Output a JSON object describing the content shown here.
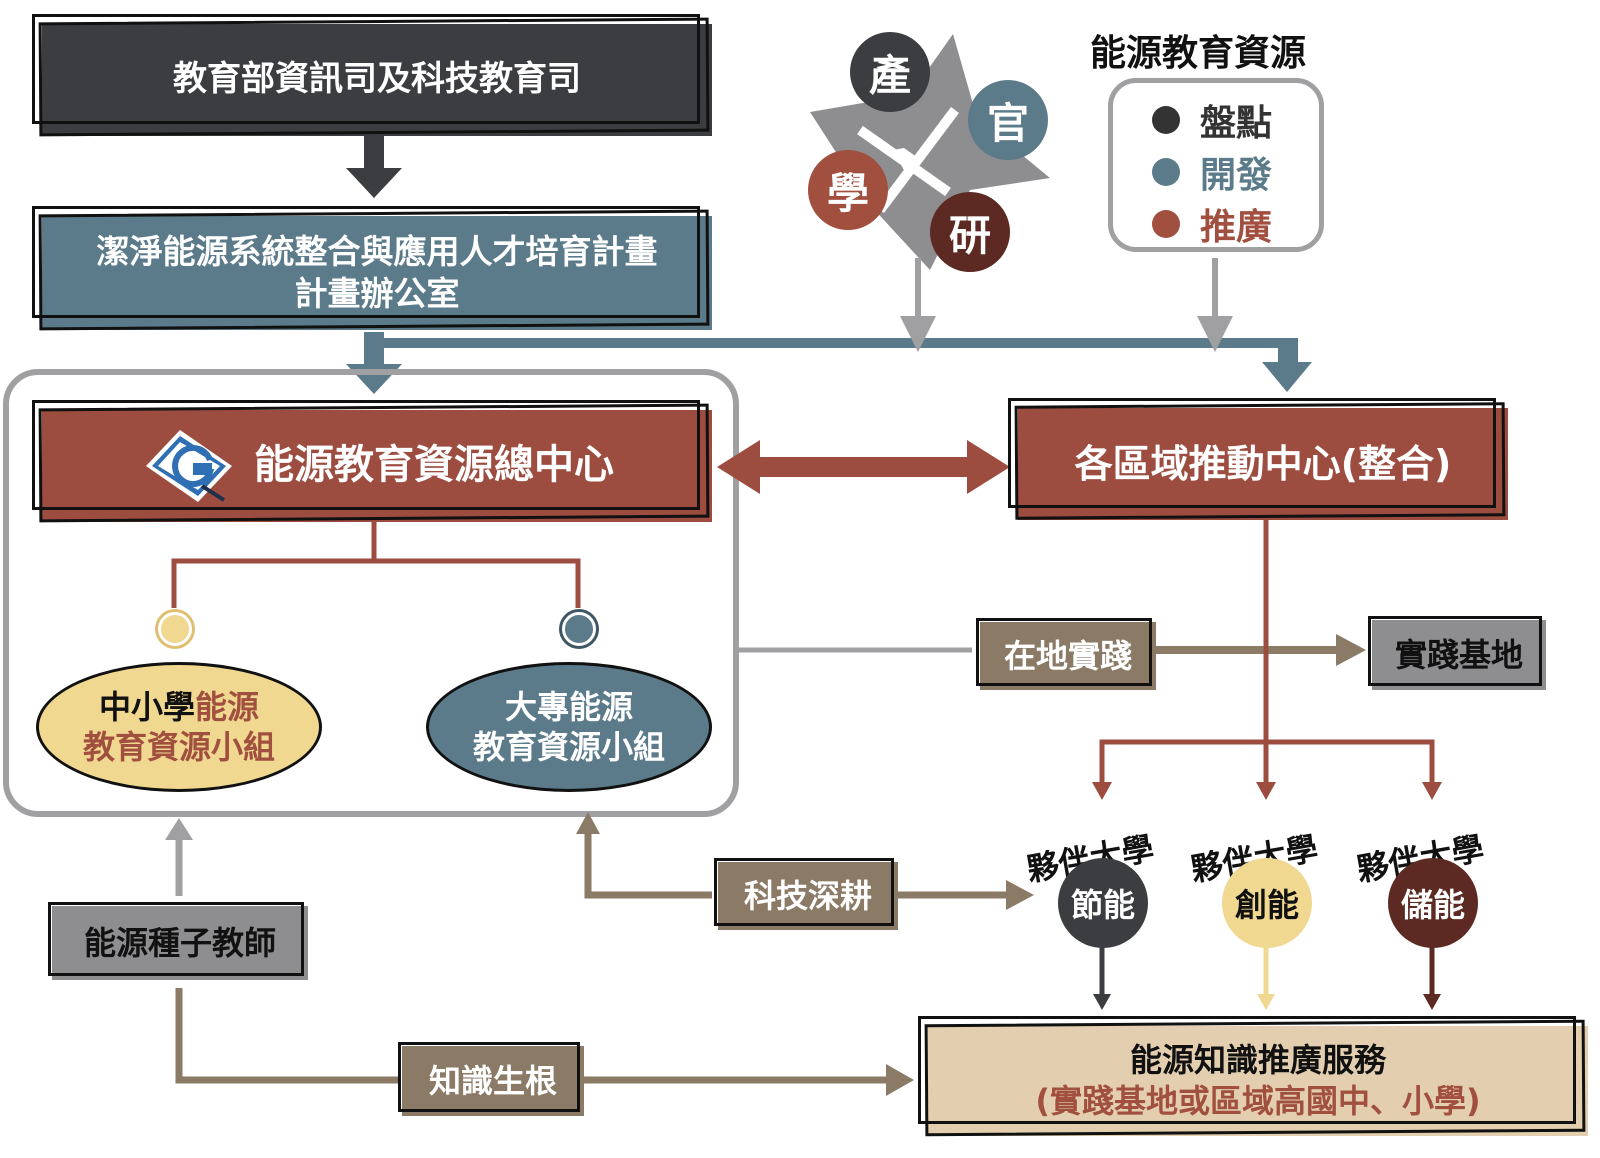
{
  "nodes": {
    "ministry": "教育部資訊司及科技教育司",
    "program_line1": "潔淨能源系統整合與應用人才培育計畫",
    "program_line2": "計畫辦公室",
    "center": "能源教育資源總中心",
    "regional": "各區域推動中心(整合)",
    "k12_group_part1": "中小學",
    "k12_group_part2": "能源",
    "k12_group_line2": "教育資源小組",
    "univ_group_line1": "大專能源",
    "univ_group_line2": "教育資源小組",
    "local_practice": "在地實踐",
    "practice_base": "實踐基地",
    "tech_deep": "科技深耕",
    "seed_teacher": "能源種子教師",
    "knowledge_root": "知識生根",
    "service_line1": "能源知識推廣服務",
    "service_line2": "(實踐基地或區域高國中、小學)"
  },
  "partners": [
    {
      "label": "夥伴大學",
      "circle": "節能",
      "color": "#3b3d40",
      "text_color": "#ffffff"
    },
    {
      "label": "夥伴大學",
      "circle": "創能",
      "color": "#f0d891",
      "text_color": "#000000"
    },
    {
      "label": "夥伴大學",
      "circle": "儲能",
      "color": "#5c2a22",
      "text_color": "#ffffff"
    }
  ],
  "quad": {
    "industry": "產",
    "government": "官",
    "academia": "學",
    "research": "研"
  },
  "legend": {
    "title": "能源教育資源",
    "items": [
      {
        "label": "盤點",
        "color": "#333333"
      },
      {
        "label": "開發",
        "color": "#5b7a8a"
      },
      {
        "label": "推廣",
        "color": "#a14f3e"
      }
    ]
  },
  "colors": {
    "dark": "#3b3d40",
    "blue": "#5b7a8a",
    "red": "#9c4d40",
    "tan": "#8a7a66",
    "grey": "#8e8d90",
    "beige": "#e3cfb0",
    "yellow": "#f0d891"
  }
}
